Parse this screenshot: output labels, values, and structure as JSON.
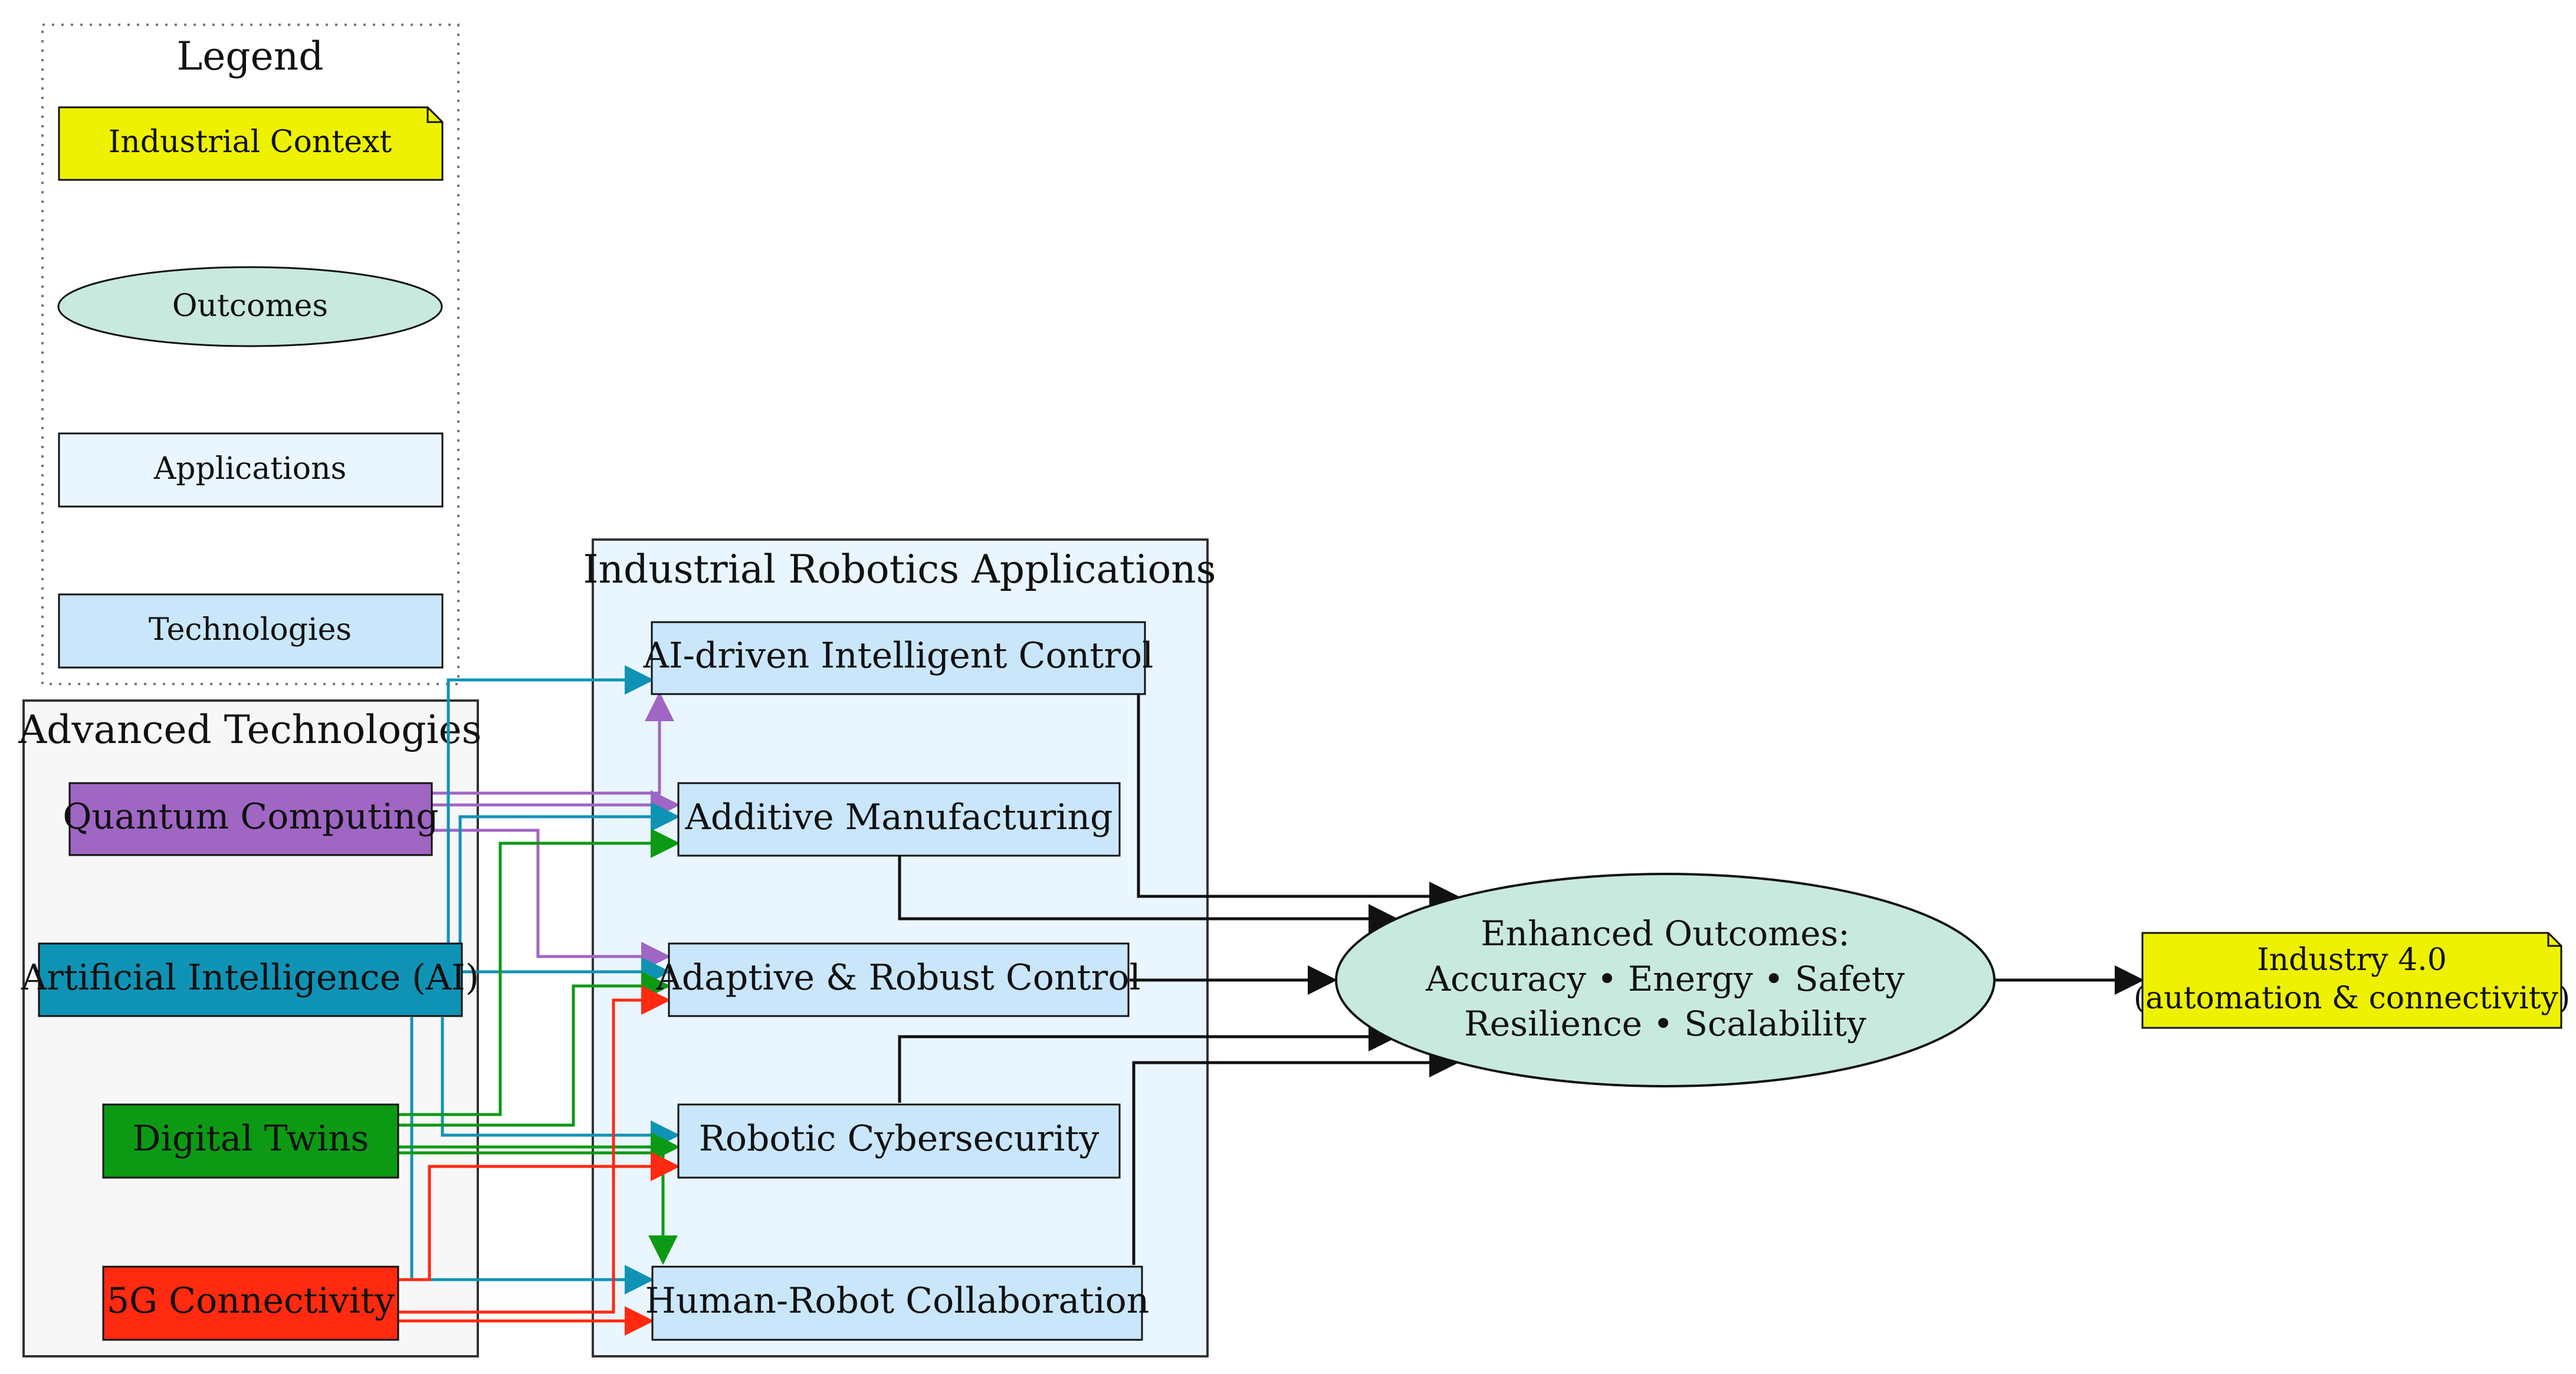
{
  "legend": {
    "title": "Legend",
    "items": [
      {
        "label": "Industrial Context",
        "shape": "note",
        "color": "#eef200"
      },
      {
        "label": "Outcomes",
        "shape": "ellipse",
        "color": "#c8e9dd"
      },
      {
        "label": "Applications",
        "shape": "box",
        "color": "#eaf6ff"
      },
      {
        "label": "Technologies",
        "shape": "box",
        "color": "#c9e6fb"
      }
    ]
  },
  "technologies": {
    "title": "Advanced Technologies",
    "items": [
      {
        "label": "Quantum Computing",
        "color": "#a066c4"
      },
      {
        "label": "Artificial Intelligence (AI)",
        "color": "#0f93b5"
      },
      {
        "label": "Digital Twins",
        "color": "#0c9a14"
      },
      {
        "label": "5G Connectivity",
        "color": "#ff2a10"
      }
    ]
  },
  "applications": {
    "title": "Industrial Robotics Applications",
    "items": [
      {
        "label": "AI-driven Intelligent Control"
      },
      {
        "label": "Additive Manufacturing"
      },
      {
        "label": "Adaptive & Robust Control"
      },
      {
        "label": "Robotic Cybersecurity"
      },
      {
        "label": "Human-Robot Collaboration"
      }
    ]
  },
  "outcomes": {
    "line1": "Enhanced Outcomes:",
    "line2": "Accuracy • Energy • Safety",
    "line3": "Resilience • Scalability",
    "color": "#c8e9dd"
  },
  "context": {
    "line1": "Industry 4.0",
    "line2": "(automation & connectivity)",
    "color": "#eef200"
  },
  "colors": {
    "tech_fill": "#c9e6fb",
    "app_fill": "#eaf6ff",
    "tech_group_fill": "#f7f7f7",
    "app_group_fill": "#eaf6ff",
    "edge": "#111111"
  }
}
